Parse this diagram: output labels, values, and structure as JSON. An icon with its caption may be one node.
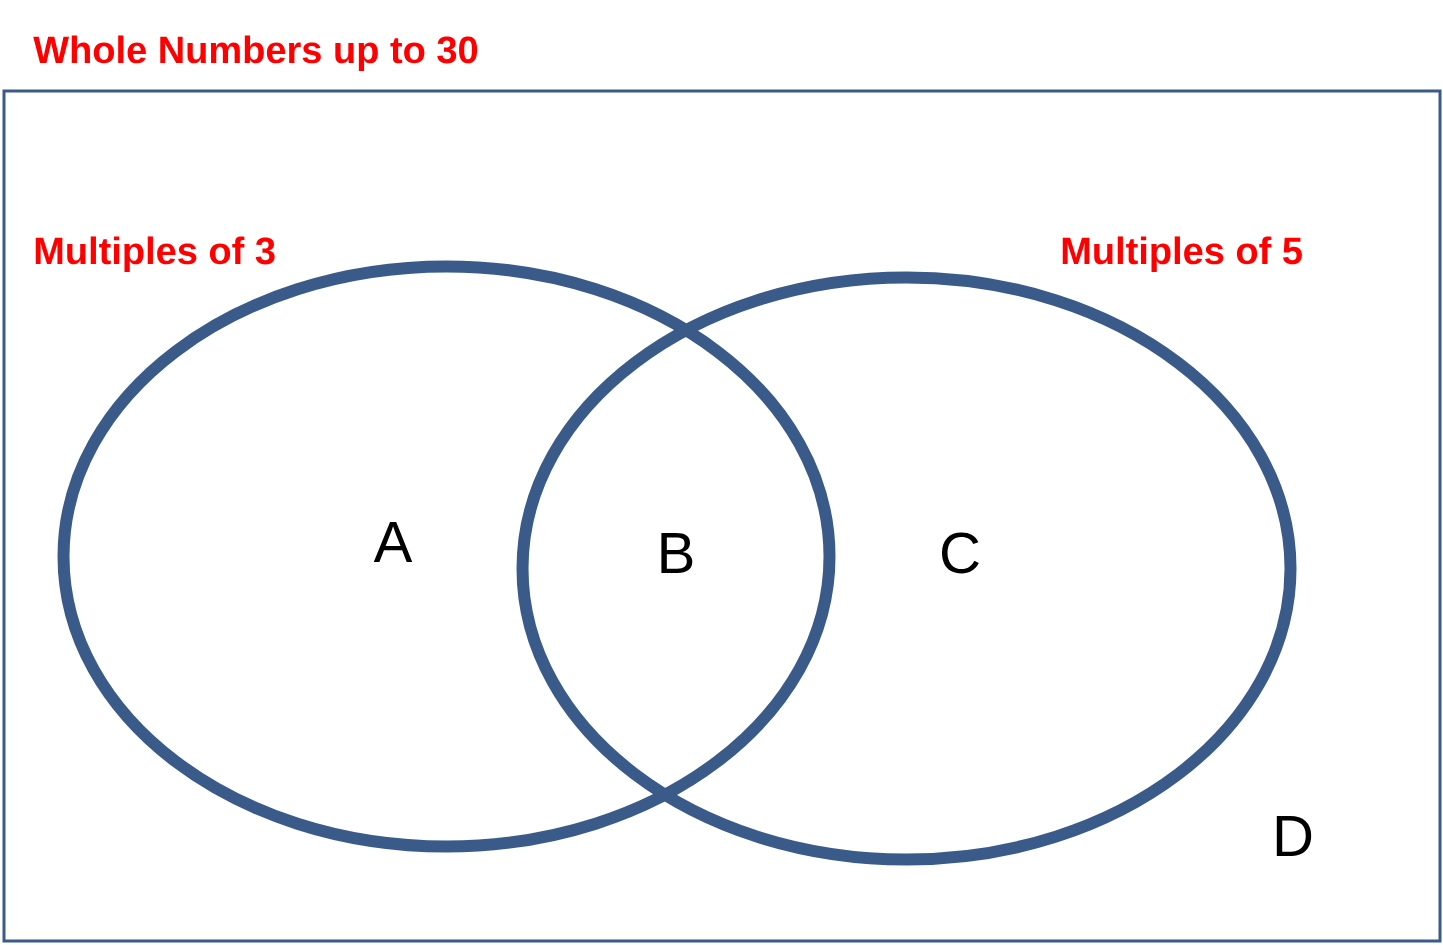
{
  "diagram": {
    "nodes": [
      {
        "text": [
          "Whole Numbers up to 30",
          "D"
        ]
      },
      {
        "text": [
          "Multiples of 3",
          "A"
        ],
        "in": 0
      },
      {
        "text": [
          "Multiples of 5",
          "C"
        ],
        "in": 0
      }
    ],
    "edges": [],
    "labels": [
      "B"
    ]
  }
}
